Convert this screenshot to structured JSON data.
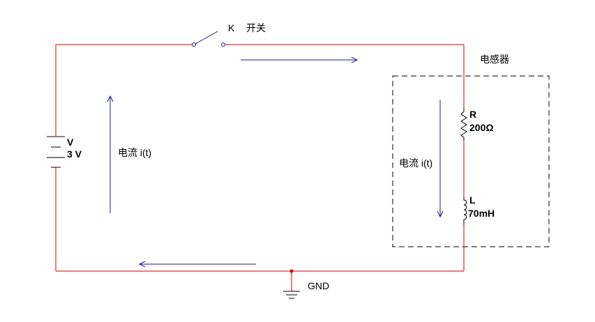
{
  "switch": {
    "label": "K",
    "name": "开关"
  },
  "battery": {
    "name": "V",
    "value": "3 V"
  },
  "current_left": "电流 i(t)",
  "current_right": "电流 i(t)",
  "inductor_box": {
    "label": "电感器"
  },
  "resistor": {
    "name": "R",
    "value": "200Ω"
  },
  "inductor": {
    "name": "L",
    "value": "70mH"
  },
  "ground": {
    "label": "GND"
  },
  "colors": {
    "wire": "#cc0000",
    "arrow": "#1a1a8c",
    "component": "#000000",
    "node": "#cc0000"
  }
}
